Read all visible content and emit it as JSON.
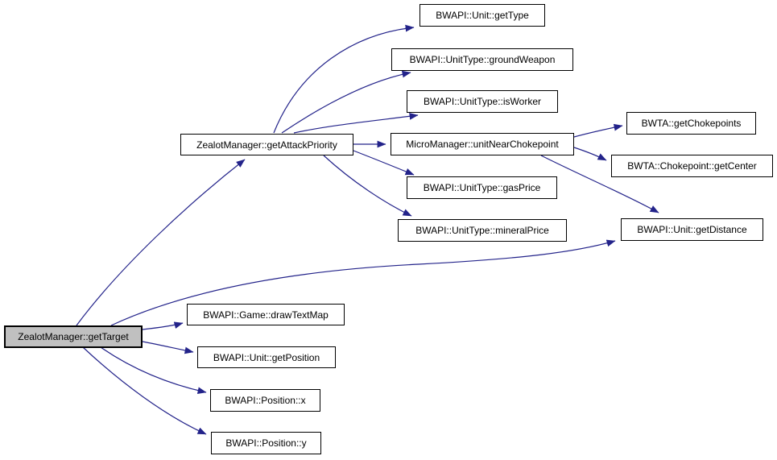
{
  "diagram": {
    "type": "call-graph",
    "tool_style": "doxygen",
    "root": "ZealotManager::getTarget",
    "edge_color": "#23238a",
    "border_color": "#000000",
    "node_fill": "#ffffff",
    "root_fill": "#c0c0c0",
    "text_color": "#000000",
    "background_color": "#ffffff"
  },
  "nodes": [
    {
      "id": "getTarget",
      "label": "ZealotManager::getTarget"
    },
    {
      "id": "getAttackPriority",
      "label": "ZealotManager::getAttackPriority"
    },
    {
      "id": "getType",
      "label": "BWAPI::Unit::getType"
    },
    {
      "id": "groundWeapon",
      "label": "BWAPI::UnitType::groundWeapon"
    },
    {
      "id": "isWorker",
      "label": "BWAPI::UnitType::isWorker"
    },
    {
      "id": "unitNearChokepoint",
      "label": "MicroManager::unitNearChokepoint"
    },
    {
      "id": "getChokepoints",
      "label": "BWTA::getChokepoints"
    },
    {
      "id": "getCenter",
      "label": "BWTA::Chokepoint::getCenter"
    },
    {
      "id": "gasPrice",
      "label": "BWAPI::UnitType::gasPrice"
    },
    {
      "id": "mineralPrice",
      "label": "BWAPI::UnitType::mineralPrice"
    },
    {
      "id": "getDistance",
      "label": "BWAPI::Unit::getDistance"
    },
    {
      "id": "drawTextMap",
      "label": "BWAPI::Game::drawTextMap"
    },
    {
      "id": "getPosition",
      "label": "BWAPI::Unit::getPosition"
    },
    {
      "id": "positionX",
      "label": "BWAPI::Position::x"
    },
    {
      "id": "positionY",
      "label": "BWAPI::Position::y"
    }
  ],
  "edges": [
    {
      "from": "ZealotManager::getTarget",
      "to": "ZealotManager::getAttackPriority"
    },
    {
      "from": "ZealotManager::getTarget",
      "to": "BWAPI::Unit::getDistance"
    },
    {
      "from": "ZealotManager::getTarget",
      "to": "BWAPI::Game::drawTextMap"
    },
    {
      "from": "ZealotManager::getTarget",
      "to": "BWAPI::Unit::getPosition"
    },
    {
      "from": "ZealotManager::getTarget",
      "to": "BWAPI::Position::x"
    },
    {
      "from": "ZealotManager::getTarget",
      "to": "BWAPI::Position::y"
    },
    {
      "from": "ZealotManager::getAttackPriority",
      "to": "BWAPI::Unit::getType"
    },
    {
      "from": "ZealotManager::getAttackPriority",
      "to": "BWAPI::UnitType::groundWeapon"
    },
    {
      "from": "ZealotManager::getAttackPriority",
      "to": "BWAPI::UnitType::isWorker"
    },
    {
      "from": "ZealotManager::getAttackPriority",
      "to": "MicroManager::unitNearChokepoint"
    },
    {
      "from": "ZealotManager::getAttackPriority",
      "to": "BWAPI::UnitType::gasPrice"
    },
    {
      "from": "ZealotManager::getAttackPriority",
      "to": "BWAPI::UnitType::mineralPrice"
    },
    {
      "from": "MicroManager::unitNearChokepoint",
      "to": "BWTA::getChokepoints"
    },
    {
      "from": "MicroManager::unitNearChokepoint",
      "to": "BWTA::Chokepoint::getCenter"
    },
    {
      "from": "MicroManager::unitNearChokepoint",
      "to": "BWAPI::Unit::getDistance"
    }
  ]
}
